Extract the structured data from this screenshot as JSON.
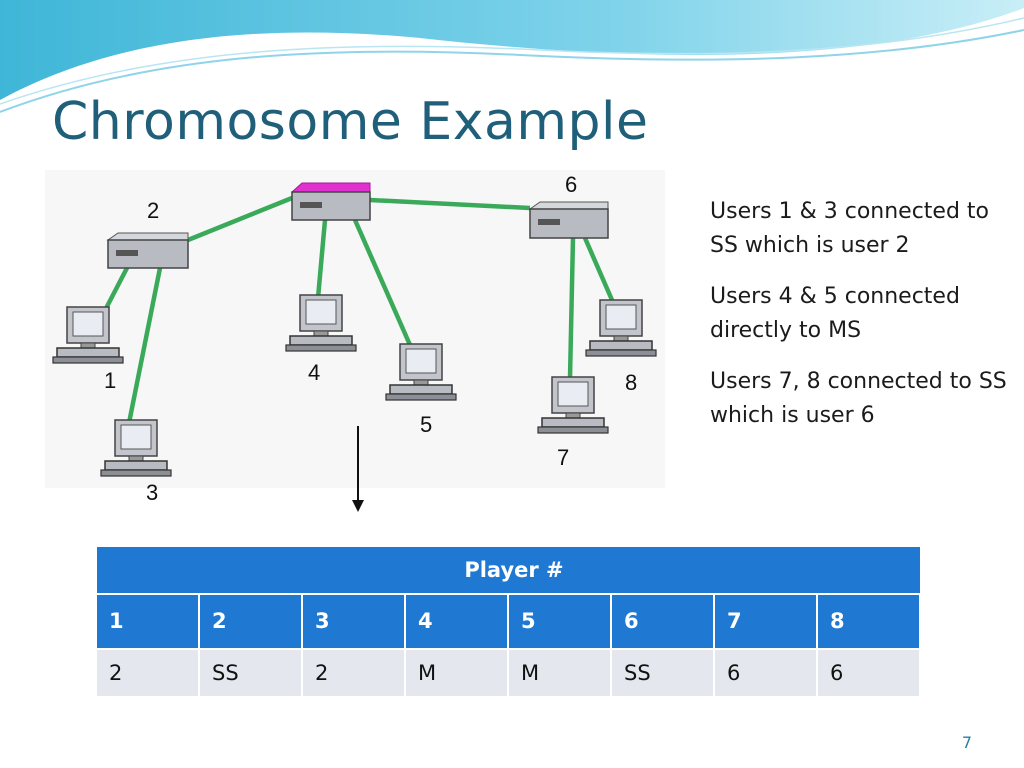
{
  "slide": {
    "title": "Chromosome Example",
    "page_number": "7"
  },
  "diagram": {
    "labels": [
      "1",
      "2",
      "3",
      "4",
      "5",
      "6",
      "7",
      "8"
    ],
    "colors": {
      "link": "#3aaa5a",
      "device": "#b8bcc2",
      "master_top": "#e030d0"
    }
  },
  "notes": [
    "Users 1 & 3 connected to SS which is user 2",
    "Users 4 & 5 connected directly to MS",
    "Users 7, 8 connected to SS which is user 6"
  ],
  "table": {
    "header": "Player #",
    "players": [
      "1",
      "2",
      "3",
      "4",
      "5",
      "6",
      "7",
      "8"
    ],
    "values": [
      "2",
      "SS",
      "2",
      "M",
      "M",
      "SS",
      "6",
      "6"
    ]
  },
  "theme": {
    "title_color": "#1f5f7a",
    "table_blue": "#1f78d1",
    "table_gray": "#e4e8ee"
  }
}
